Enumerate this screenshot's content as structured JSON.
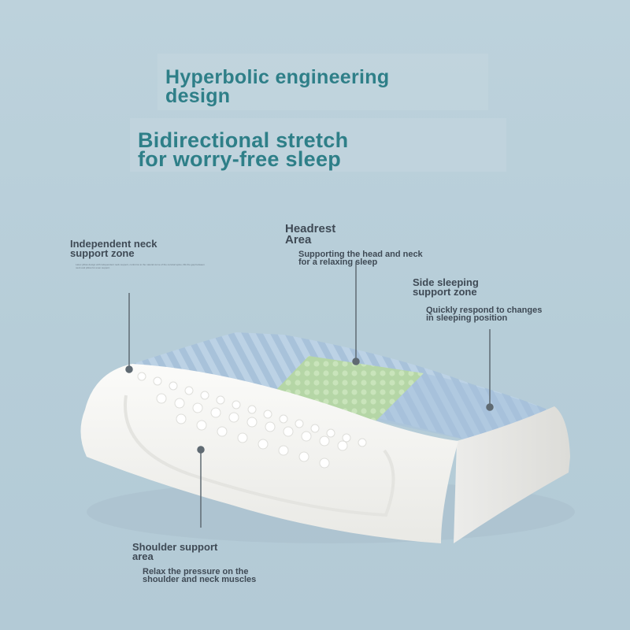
{
  "headline_1": "Hyperbolic engineering\n design",
  "headline_2": "Bidirectional stretch\n for worry-free sleep",
  "callouts": {
    "neck": {
      "title": "Independent neck\n support zone",
      "fine_print": "Latex pillow design with independent neck support, conforms to the natural curve of the cervical spine, fills the gap between neck and pillow for even support."
    },
    "headrest": {
      "title": "Headrest\n Area",
      "desc": "Supporting the head and neck\n for a relaxing sleep"
    },
    "side": {
      "title": "Side sleeping\n support zone",
      "desc": "Quickly respond to changes\n in sleeping position"
    },
    "shoulder": {
      "title": "Shoulder support\n area",
      "desc": "Relax the pressure on the\n shoulder and neck muscles"
    }
  },
  "colors": {
    "background": "#b8ced9",
    "headline": "#2e7f88",
    "label": "#3f4a55",
    "pointer": "#5f6a72",
    "pillow_white": "#f6f6f3",
    "zone_blue": "#a9c3dc",
    "zone_green": "#b6d8a9"
  }
}
